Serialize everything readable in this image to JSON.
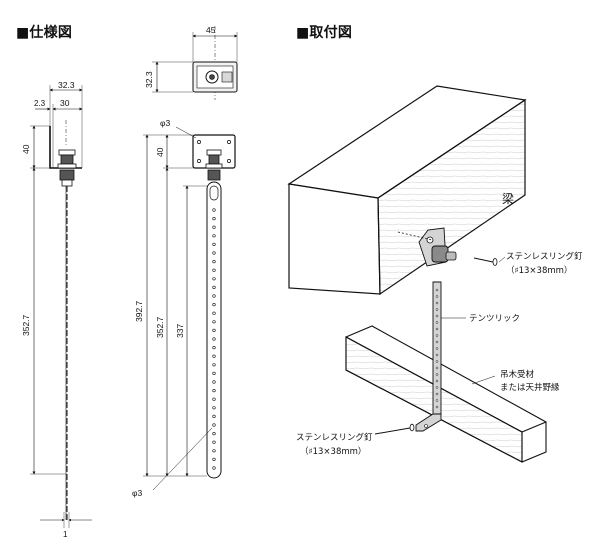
{
  "titles": {
    "spec": "■仕様図",
    "install": "■取付図"
  },
  "spec_dims": {
    "top_width": "45",
    "top_height": "32.3",
    "side_width": "32.3",
    "offset_small": "2.3",
    "offset_30": "30",
    "h40_left": "40",
    "h40_mid": "40",
    "total_352_7_left": "352.7",
    "total_392_7": "392.7",
    "total_352_7_mid": "352.7",
    "total_337": "337",
    "hole_phi3_top": "φ3",
    "hole_phi3_bottom": "φ3",
    "thickness_1": "1"
  },
  "install_labels": {
    "beam": "梁",
    "nail_top_line1": "ステンレスリング釘",
    "nail_top_line2": "（♯13×38mm）",
    "tension_lock": "テンツリック",
    "hanger_line1": "吊木受材",
    "hanger_line2": "または天井野縁",
    "nail_bottom_line1": "ステンレスリング釘",
    "nail_bottom_line2": "（♯13×38mm）"
  },
  "colors": {
    "ink": "#111111",
    "steel_light": "#d4d4d4",
    "steel_dark": "#8a8a8a",
    "wood_face": "#ffffff"
  }
}
